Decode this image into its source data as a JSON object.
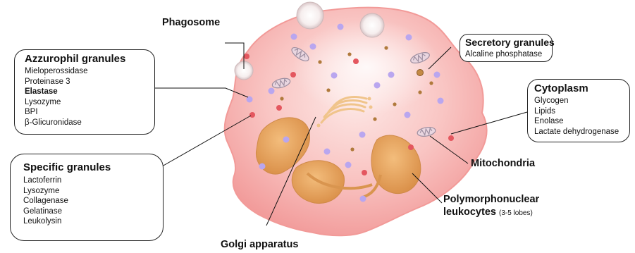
{
  "labels": {
    "phagosome": "Phagosome",
    "mitochondria": "Mitochondria",
    "golgi": "Golgi apparatus",
    "polymorpho_line1": "Polymorphonuclear",
    "polymorpho_line2": "leukocytes",
    "lobes_note": "(3-5 lobes)"
  },
  "azzurophil": {
    "title": "Azzurophil granules",
    "items": [
      "Mieloperossidase",
      "Proteinase 3",
      "Elastase",
      "Lysozyme",
      "BPI",
      "β-Glicuronidase"
    ]
  },
  "secretory": {
    "title": "Secretory granules",
    "items": [
      "Alcaline phosphatase"
    ]
  },
  "cytoplasm": {
    "title": "Cytoplasm",
    "items": [
      "Glycogen",
      "Lipids",
      "Enolase",
      "Lactate dehydrogenase"
    ]
  },
  "specific": {
    "title": "Specific granules",
    "items": [
      "Lactoferrin",
      "Lysozyme",
      "Collagenase",
      "Gelatinase",
      "Leukolysin"
    ]
  },
  "colors": {
    "cell_body": "#f6b3b1",
    "cell_edge": "#f29a98",
    "nucleus": "#e7a25c",
    "azzurophil_granule": "#b9a6ef",
    "specific_granule": "#e4575f",
    "secretory_granule": "#b07a3c",
    "golgi": "#f0c48b"
  }
}
